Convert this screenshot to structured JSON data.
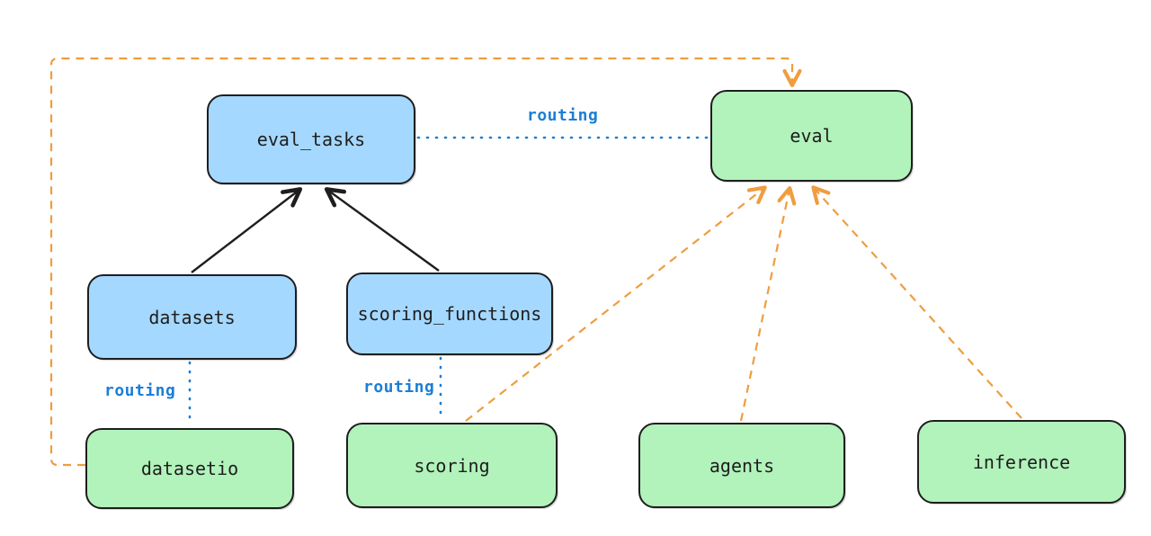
{
  "diagram": {
    "nodes": {
      "eval_tasks": {
        "label": "eval_tasks",
        "fill": "#a5d8ff"
      },
      "eval": {
        "label": "eval",
        "fill": "#b2f2bb"
      },
      "datasets": {
        "label": "datasets",
        "fill": "#a5d8ff"
      },
      "scoring_functions": {
        "label": "scoring_functions",
        "fill": "#a5d8ff"
      },
      "datasetio": {
        "label": "datasetio",
        "fill": "#b2f2bb"
      },
      "scoring": {
        "label": "scoring",
        "fill": "#b2f2bb"
      },
      "agents": {
        "label": "agents",
        "fill": "#b2f2bb"
      },
      "inference": {
        "label": "inference",
        "fill": "#b2f2bb"
      }
    },
    "edge_labels": {
      "eval_tasks_to_eval": "routing",
      "datasets_to_datasetio": "routing",
      "scoring_functions_to_scoring": "routing"
    },
    "edges": [
      {
        "from": "datasets",
        "to": "eval_tasks",
        "style": "solid-black-arrow"
      },
      {
        "from": "scoring_functions",
        "to": "eval_tasks",
        "style": "solid-black-arrow"
      },
      {
        "from": "eval_tasks",
        "to": "eval",
        "style": "dotted-blue",
        "label": "routing"
      },
      {
        "from": "datasets",
        "to": "datasetio",
        "style": "dotted-blue",
        "label": "routing"
      },
      {
        "from": "scoring_functions",
        "to": "scoring",
        "style": "dotted-blue",
        "label": "routing"
      },
      {
        "from": "scoring",
        "to": "eval",
        "style": "dashed-orange-arrow"
      },
      {
        "from": "agents",
        "to": "eval",
        "style": "dashed-orange-arrow"
      },
      {
        "from": "inference",
        "to": "eval",
        "style": "dashed-orange-arrow"
      },
      {
        "from": "datasetio",
        "to": "eval",
        "style": "dashed-orange-arrow-around-left-top"
      }
    ],
    "colors": {
      "node_blue_fill": "#a5d8ff",
      "node_green_fill": "#b2f2bb",
      "node_border": "#1e1e1e",
      "solid_arrow": "#1e1e1e",
      "routing_line": "#1c7ed6",
      "dashed_arrow": "#ef9d3e",
      "background": "#ffffff"
    }
  }
}
